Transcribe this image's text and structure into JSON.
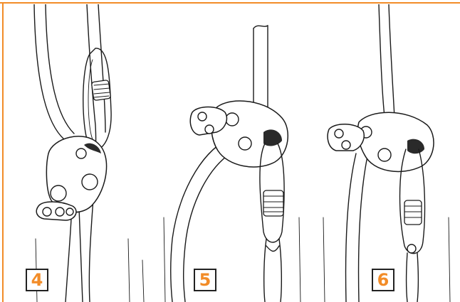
{
  "colors": {
    "accent": "#f28c28",
    "ink": "#1a1a1a",
    "background": "#ffffff"
  },
  "panels": [
    {
      "label": "4"
    },
    {
      "label": "5"
    },
    {
      "label": "6"
    }
  ]
}
